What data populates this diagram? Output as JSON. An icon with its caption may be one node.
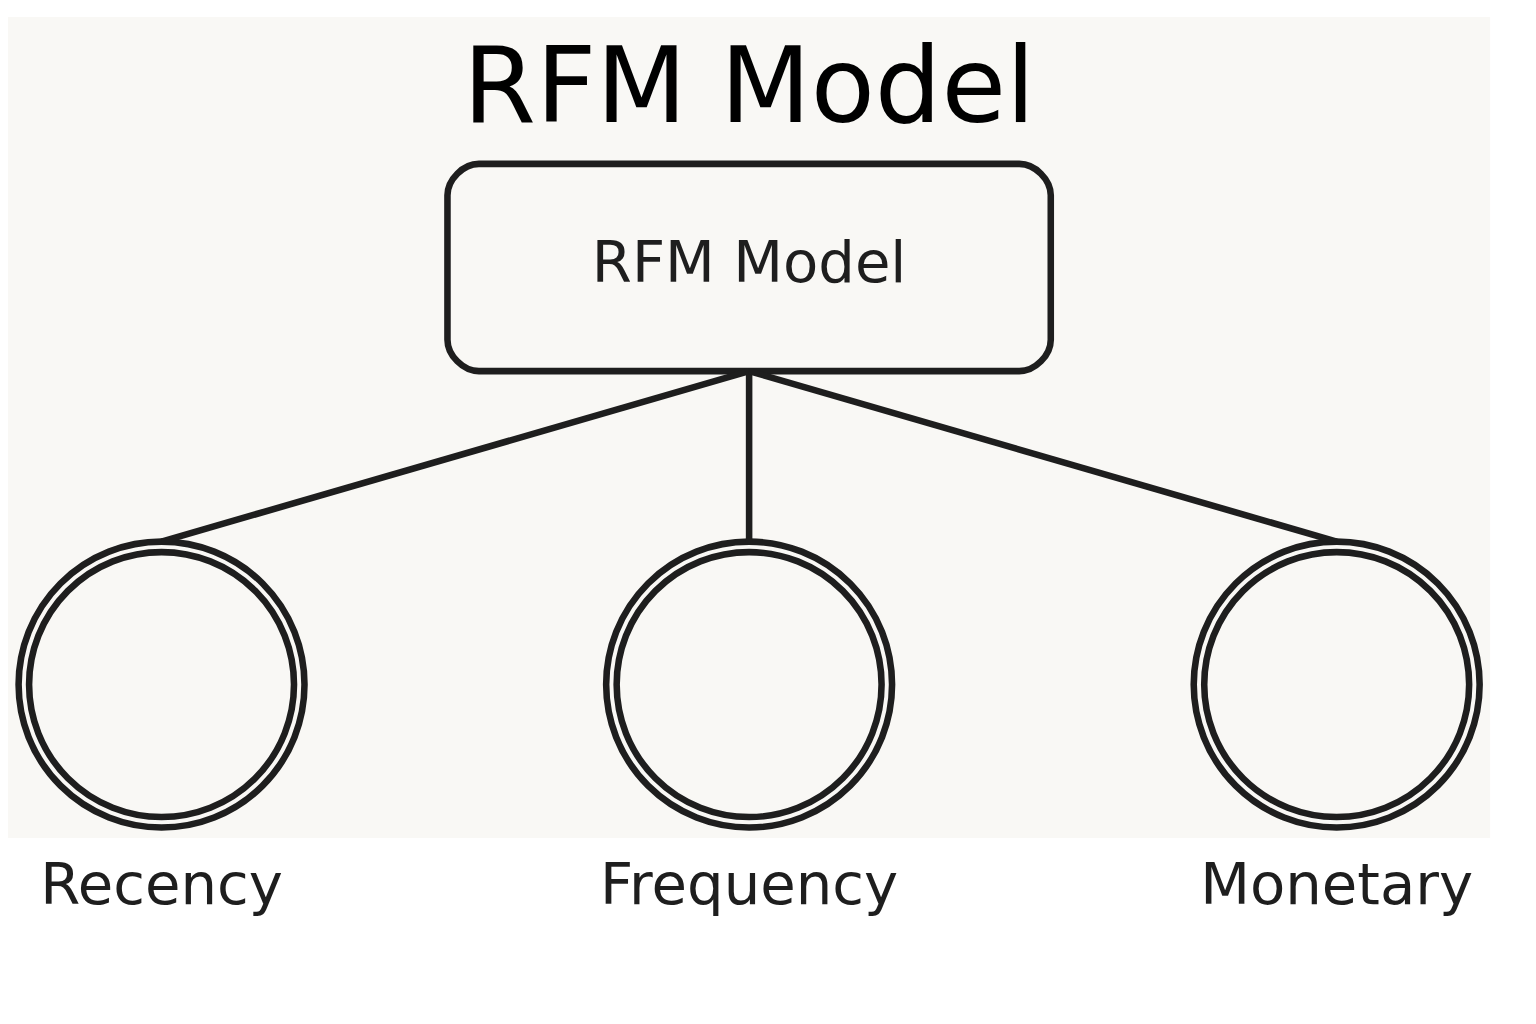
{
  "diagram": {
    "title": "RFM Model",
    "nodes": [
      {
        "text": [
          "RFM Model"
        ]
      },
      {
        "text": [],
        "shape": "circle",
        "beside": [
          "Recency"
        ]
      },
      {
        "text": [],
        "shape": "circle",
        "beside": [
          "Frequency"
        ]
      },
      {
        "text": [],
        "shape": "circle",
        "beside": [
          "Monetary"
        ]
      }
    ],
    "edges": [
      {
        "from": 0,
        "to": 1,
        "arrow": "none"
      },
      {
        "from": 0,
        "to": 2,
        "arrow": "none"
      },
      {
        "from": 0,
        "to": 3,
        "arrow": "none"
      }
    ]
  }
}
